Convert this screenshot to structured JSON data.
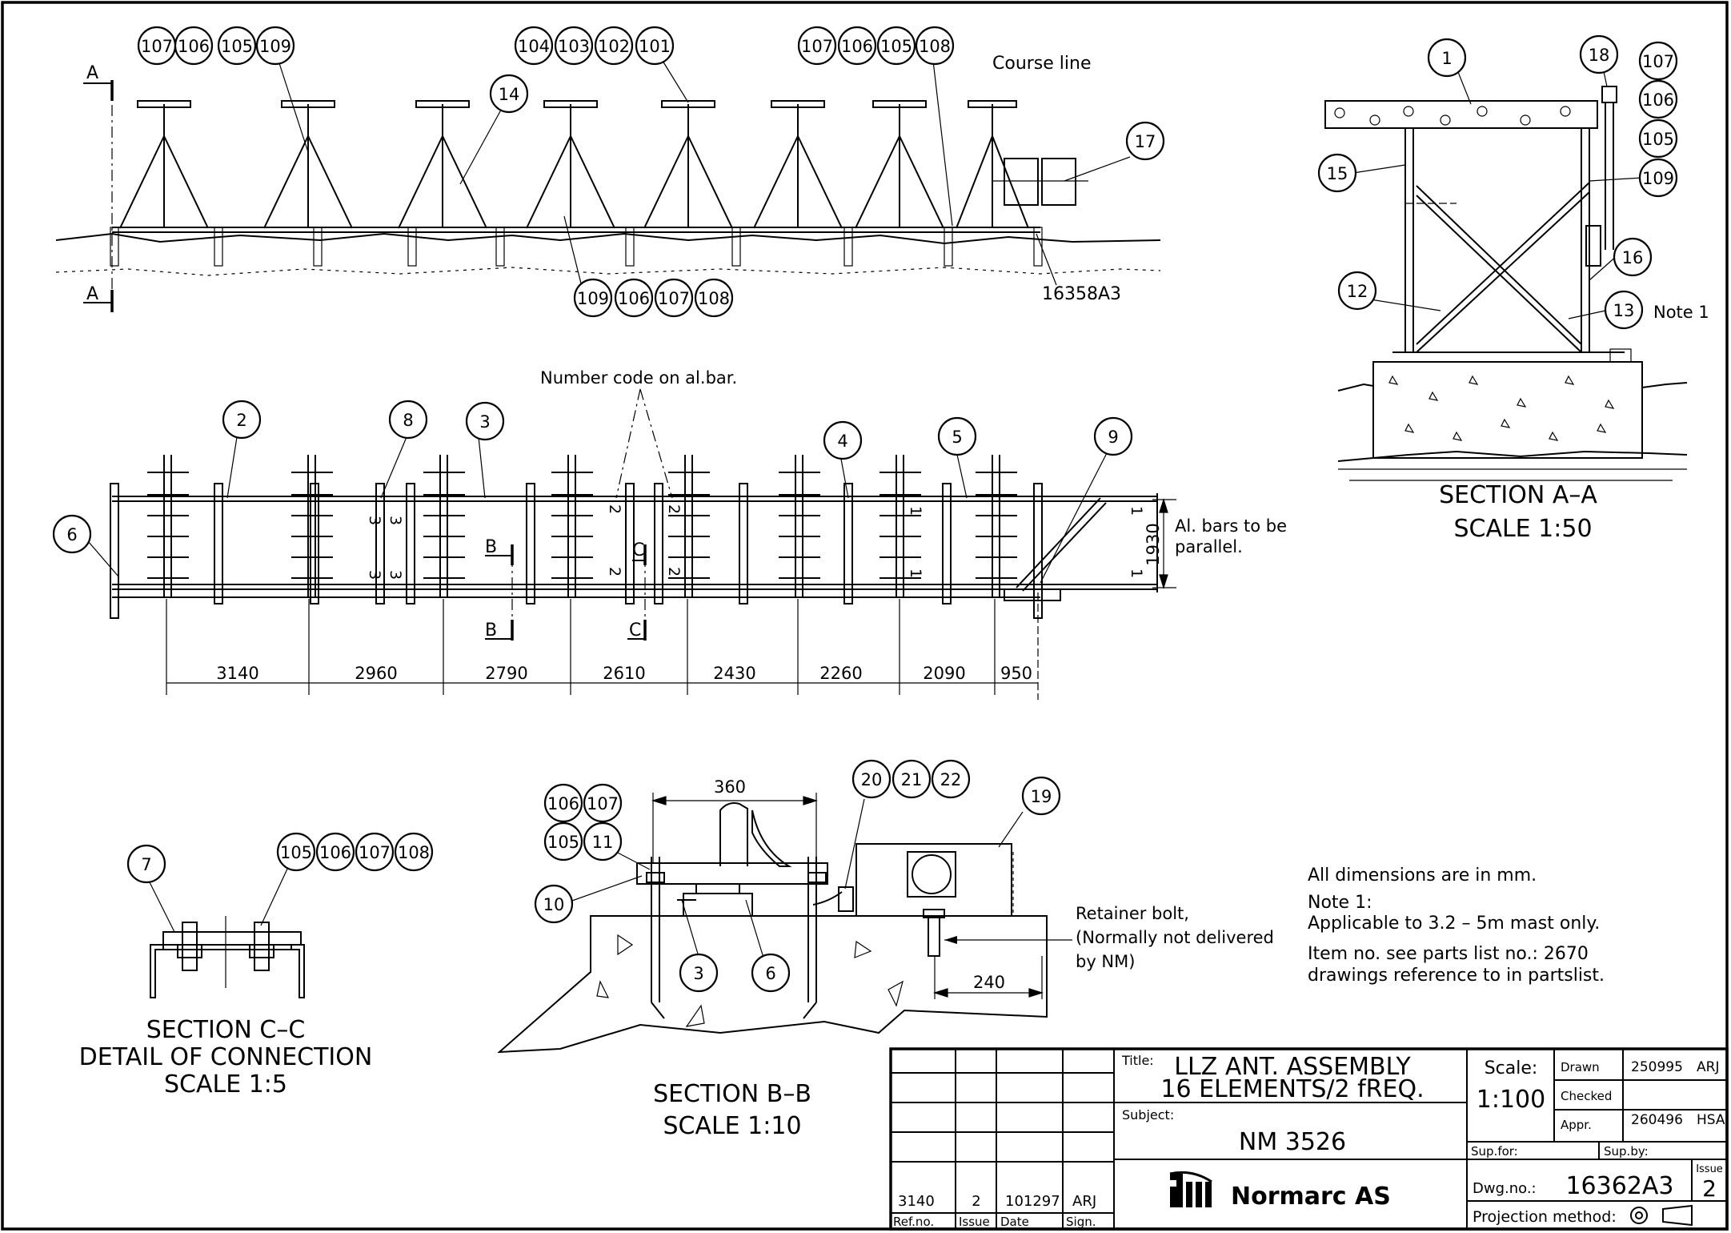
{
  "elevation": {
    "section_marker": "A",
    "balloons_top": [
      "107",
      "106",
      "105",
      "109",
      "104",
      "103",
      "102",
      "101",
      "107",
      "106",
      "105",
      "108",
      "14",
      "17"
    ],
    "balloons_bottom": [
      "109",
      "106",
      "107",
      "108"
    ],
    "course_line": "Course line",
    "ref_dwg": "16358A3"
  },
  "plan": {
    "number_code_note": "Number code on al.bar.",
    "balloons": [
      "2",
      "8",
      "3",
      "4",
      "5",
      "9",
      "6"
    ],
    "bar_codes": [
      "3",
      "3",
      "3",
      "3",
      "2",
      "2",
      "2",
      "2",
      "1",
      "1",
      "1",
      "1"
    ],
    "section_b": "B",
    "section_c": "C",
    "width_dim": "1930",
    "parallel_note": [
      "Al. bars to be",
      "parallel."
    ],
    "spacings": [
      "3140",
      "2960",
      "2790",
      "2610",
      "2430",
      "2260",
      "2090",
      "950"
    ]
  },
  "section_aa": {
    "balloons": [
      "1",
      "18",
      "107",
      "106",
      "105",
      "109",
      "15",
      "16",
      "12",
      "13"
    ],
    "note": "Note 1",
    "title": "SECTION A–A",
    "scale": "SCALE 1:50"
  },
  "section_cc": {
    "balloons": [
      "7",
      "105",
      "106",
      "107",
      "108"
    ],
    "title": "SECTION C–C",
    "subtitle": "DETAIL OF CONNECTION",
    "scale": "SCALE 1:5"
  },
  "section_bb": {
    "balloons": [
      "106",
      "107",
      "105",
      "11",
      "10",
      "3",
      "6",
      "20",
      "21",
      "22",
      "19"
    ],
    "dim_top": "360",
    "dim_right": "240",
    "retainer_note": [
      "Retainer bolt,",
      "(Normally not delivered",
      "by NM)"
    ],
    "title": "SECTION B–B",
    "scale": "SCALE 1:10"
  },
  "notes": {
    "dims": "All dimensions are in mm.",
    "note1_head": "Note 1:",
    "note1_text": "Applicable to 3.2 – 5m mast only.",
    "item_text_1": "Item no. see parts list no.: 2670",
    "item_text_2": "drawings reference to in partslist."
  },
  "title_block": {
    "revision": {
      "ref_no": "3140",
      "issue": "2",
      "date": "101297",
      "sign": "ARJ"
    },
    "rev_headers": {
      "ref_no": "Ref.no.",
      "issue": "Issue",
      "date": "Date",
      "sign": "Sign."
    },
    "title_label": "Title:",
    "title_line1": "LLZ ANT. ASSEMBLY",
    "title_line2": "16 ELEMENTS/2 fREQ.",
    "subject_label": "Subject:",
    "subject": "NM 3526",
    "company": "Normarc AS",
    "scale_label": "Scale:",
    "scale": "1:100",
    "drawn_label": "Drawn",
    "drawn_date": "250995",
    "drawn_sign": "ARJ",
    "checked_label": "Checked",
    "appr_label": "Appr.",
    "appr_date": "260496",
    "appr_sign": "HSA",
    "sup_for": "Sup.for:",
    "sup_by": "Sup.by:",
    "dwg_label": "Dwg.no.:",
    "dwg_no": "16362A3",
    "issue_label": "Issue",
    "issue_no": "2",
    "projection": "Projection method:"
  }
}
